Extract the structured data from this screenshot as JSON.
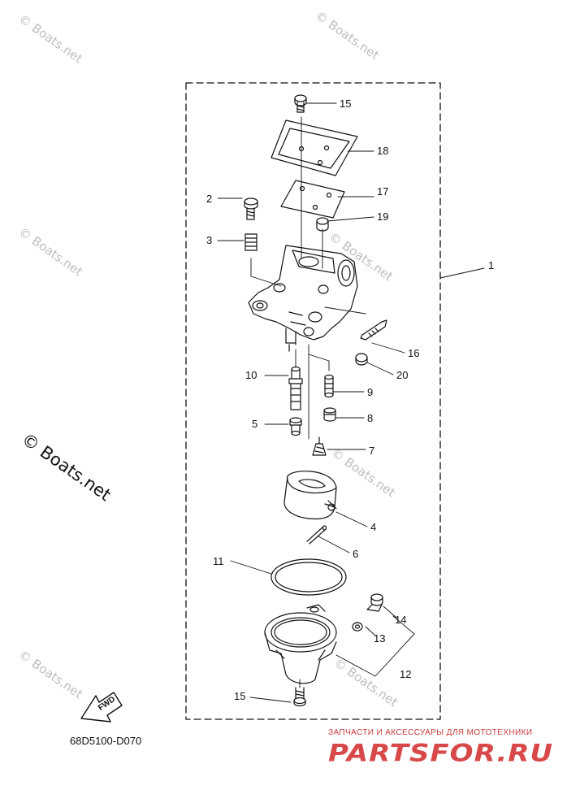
{
  "watermarks": {
    "small": "© Boats.net",
    "large": "© Boats.net"
  },
  "callouts": [
    {
      "id": "c15a",
      "label": "15"
    },
    {
      "id": "c18",
      "label": "18"
    },
    {
      "id": "c2",
      "label": "2"
    },
    {
      "id": "c17",
      "label": "17"
    },
    {
      "id": "c19",
      "label": "19"
    },
    {
      "id": "c3",
      "label": "3"
    },
    {
      "id": "c1",
      "label": "1"
    },
    {
      "id": "c16",
      "label": "16"
    },
    {
      "id": "c20",
      "label": "20"
    },
    {
      "id": "c10",
      "label": "10"
    },
    {
      "id": "c9",
      "label": "9"
    },
    {
      "id": "c5",
      "label": "5"
    },
    {
      "id": "c8",
      "label": "8"
    },
    {
      "id": "c7",
      "label": "7"
    },
    {
      "id": "c4",
      "label": "4"
    },
    {
      "id": "c6",
      "label": "6"
    },
    {
      "id": "c11",
      "label": "11"
    },
    {
      "id": "c14",
      "label": "14"
    },
    {
      "id": "c13",
      "label": "13"
    },
    {
      "id": "c12",
      "label": "12"
    },
    {
      "id": "c15b",
      "label": "15"
    }
  ],
  "fwd_label": "FWD",
  "diagram_code": "68D5100-D070",
  "brand": {
    "tagline": "ЗАПЧАСТИ И АКСЕССУАРЫ ДЛЯ МОТОТЕХНИКИ",
    "logo": "PARTSFOR.RU"
  }
}
